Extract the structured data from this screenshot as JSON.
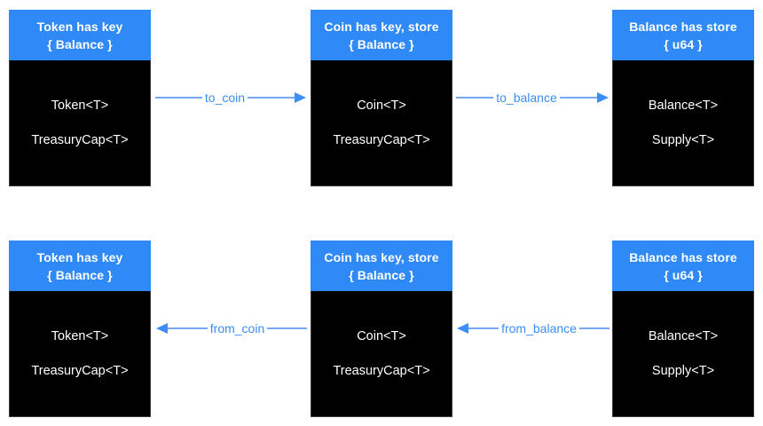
{
  "diagram": {
    "background_color": "#ffffff",
    "colors": {
      "header_blue": "#2F8AF7",
      "arrow_line_blue": "#71A9F7",
      "arrow_label_blue": "#3B8EF8",
      "body_black": "#000000",
      "text_white": "#ffffff"
    },
    "rows": [
      {
        "boxes": [
          {
            "title_line1": "Token has key",
            "title_line2": "{ Balance }",
            "fields": [
              "Token<T>",
              "TreasuryCap<T>"
            ]
          },
          {
            "title_line1": "Coin has key, store",
            "title_line2": "{ Balance }",
            "fields": [
              "Coin<T>",
              "TreasuryCap<T>"
            ]
          },
          {
            "title_line1": "Balance has store",
            "title_line2": "{ u64 }",
            "fields": [
              "Balance<T>",
              "Supply<T>"
            ]
          }
        ],
        "arrows": [
          {
            "label": "to_coin",
            "direction": "right"
          },
          {
            "label": "to_balance",
            "direction": "right"
          }
        ]
      },
      {
        "boxes": [
          {
            "title_line1": "Token has key",
            "title_line2": "{ Balance }",
            "fields": [
              "Token<T>",
              "TreasuryCap<T>"
            ]
          },
          {
            "title_line1": "Coin has key, store",
            "title_line2": "{ Balance }",
            "fields": [
              "Coin<T>",
              "TreasuryCap<T>"
            ]
          },
          {
            "title_line1": "Balance has store",
            "title_line2": "{ u64 }",
            "fields": [
              "Balance<T>",
              "Supply<T>"
            ]
          }
        ],
        "arrows": [
          {
            "label": "from_coin",
            "direction": "left"
          },
          {
            "label": "from_balance",
            "direction": "left"
          }
        ]
      }
    ]
  }
}
